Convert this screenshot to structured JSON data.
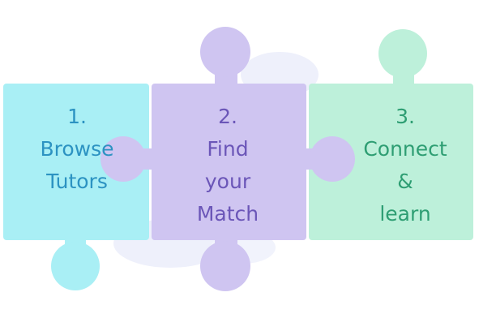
{
  "steps": [
    {
      "number": "1.",
      "lines": [
        "Browse",
        "Tutors"
      ],
      "color": "#2c93c2",
      "piece_color": "#a9eff5"
    },
    {
      "number": "2.",
      "lines": [
        "Find",
        "your",
        "Match"
      ],
      "color": "#6b56b8",
      "piece_color": "#cfc5f1"
    },
    {
      "number": "3.",
      "lines": [
        "Connect",
        "&",
        "learn"
      ],
      "color": "#2e9e73",
      "piece_color": "#bdf0da"
    }
  ],
  "palette": {
    "background": "#ffffff",
    "cloud": "#eef0fb"
  },
  "icons": [
    "puzzle-piece-icon"
  ]
}
